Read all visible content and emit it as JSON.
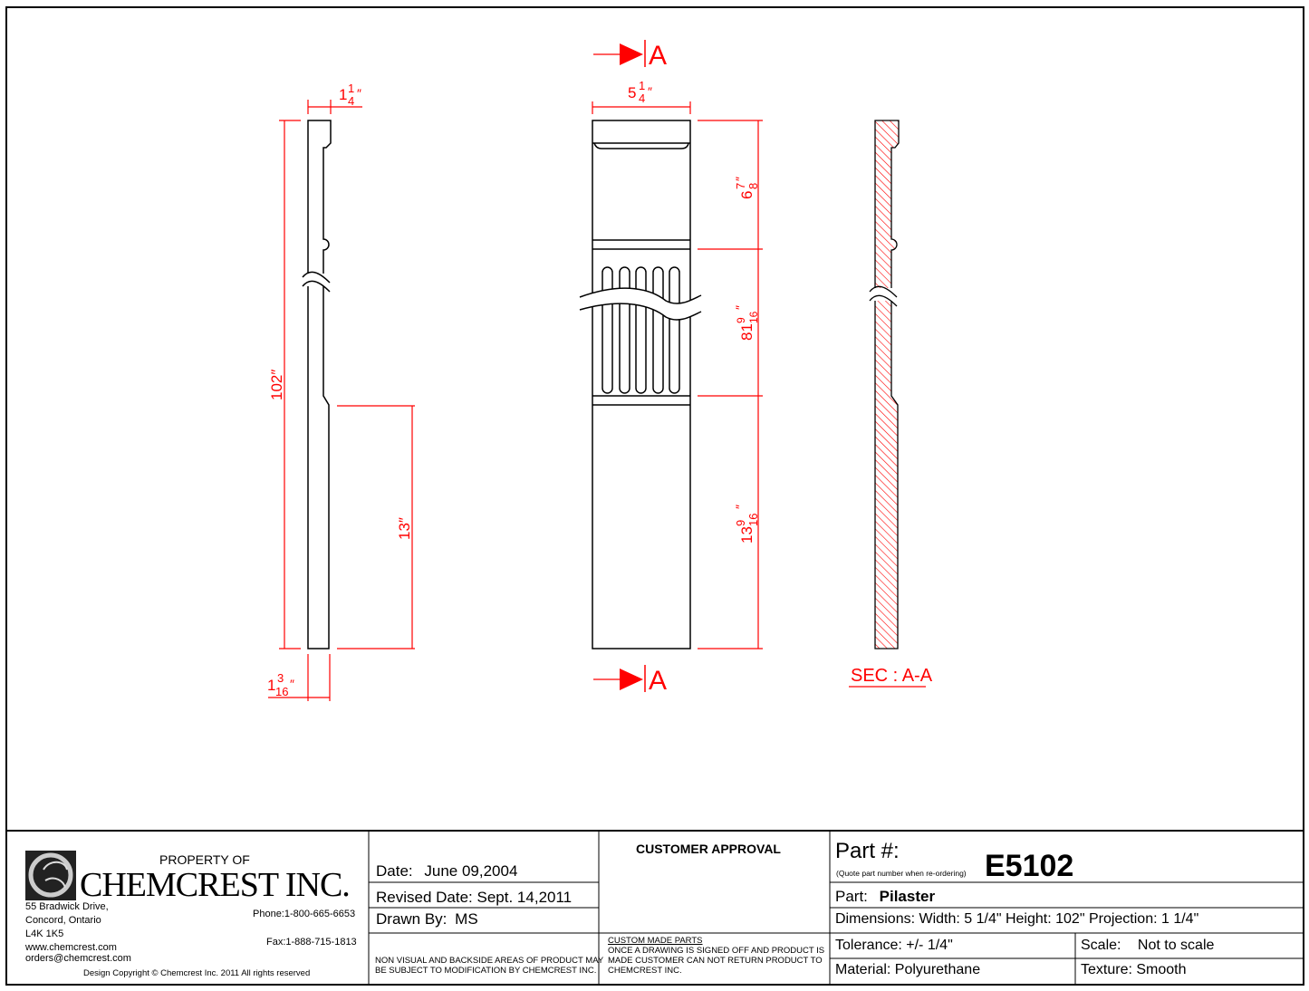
{
  "drawing": {
    "section_marker_label": "A",
    "section_title": "SEC : A-A",
    "side_view": {
      "projection_top": {
        "whole": "1",
        "num": "1",
        "den": "4",
        "unit": "″"
      },
      "height_total": "102″",
      "base_height": "13″",
      "projection_bottom": {
        "whole": "1",
        "num": "3",
        "den": "16",
        "unit": "″"
      }
    },
    "front_view": {
      "width": {
        "whole": "5",
        "num": "1",
        "den": "4",
        "unit": "″"
      },
      "capital_height": {
        "whole": "6",
        "num": "7",
        "den": "8",
        "unit": "″"
      },
      "shaft_height": {
        "whole": "81",
        "num": "9",
        "den": "16",
        "unit": "″"
      },
      "base_height": {
        "whole": "13",
        "num": "9",
        "den": "16",
        "unit": "″"
      }
    },
    "colors": {
      "dimension": "#ff0000",
      "outline": "#000000"
    }
  },
  "title_block": {
    "property_of": "PROPERTY OF",
    "company": "CHEMCREST INC.",
    "address": [
      "55 Bradwick Drive,",
      "Concord, Ontario",
      "L4K 1K5",
      "www.chemcrest.com",
      "orders@chemcrest.com"
    ],
    "phone": "Phone:1-800-665-6653",
    "fax": "Fax:1-888-715-1813",
    "copyright": "Design Copyright © Chemcrest Inc. 2011 All rights reserved",
    "date_label": "Date:",
    "date": "June 09,2004",
    "revised_label": "Revised Date:",
    "revised": "Sept. 14,2011",
    "drawn_label": "Drawn By:",
    "drawn": "MS",
    "note_nonvisual": [
      "NON VISUAL AND BACKSIDE AREAS OF PRODUCT MAY",
      "BE SUBJECT TO MODIFICATION BY CHEMCREST INC."
    ],
    "customer_approval": "CUSTOMER APPROVAL",
    "custom_parts_title": "CUSTOM MADE PARTS",
    "custom_parts_note": [
      "ONCE A DRAWING IS SIGNED OFF AND PRODUCT IS",
      "MADE CUSTOMER CAN NOT RETURN PRODUCT TO",
      "CHEMCREST INC."
    ],
    "part_no_label": "Part #:",
    "part_no_hint": "(Quote part number when re-ordering)",
    "part_no": "E5102",
    "part_label": "Part:",
    "part": "Pilaster",
    "dimensions": "Dimensions: Width: 5 1/4\" Height: 102\" Projection: 1 1/4\"",
    "tolerance": "Tolerance: +/- 1/4\"",
    "scale_label": "Scale:",
    "scale": "Not to scale",
    "material": "Material: Polyurethane",
    "texture": "Texture: Smooth"
  }
}
